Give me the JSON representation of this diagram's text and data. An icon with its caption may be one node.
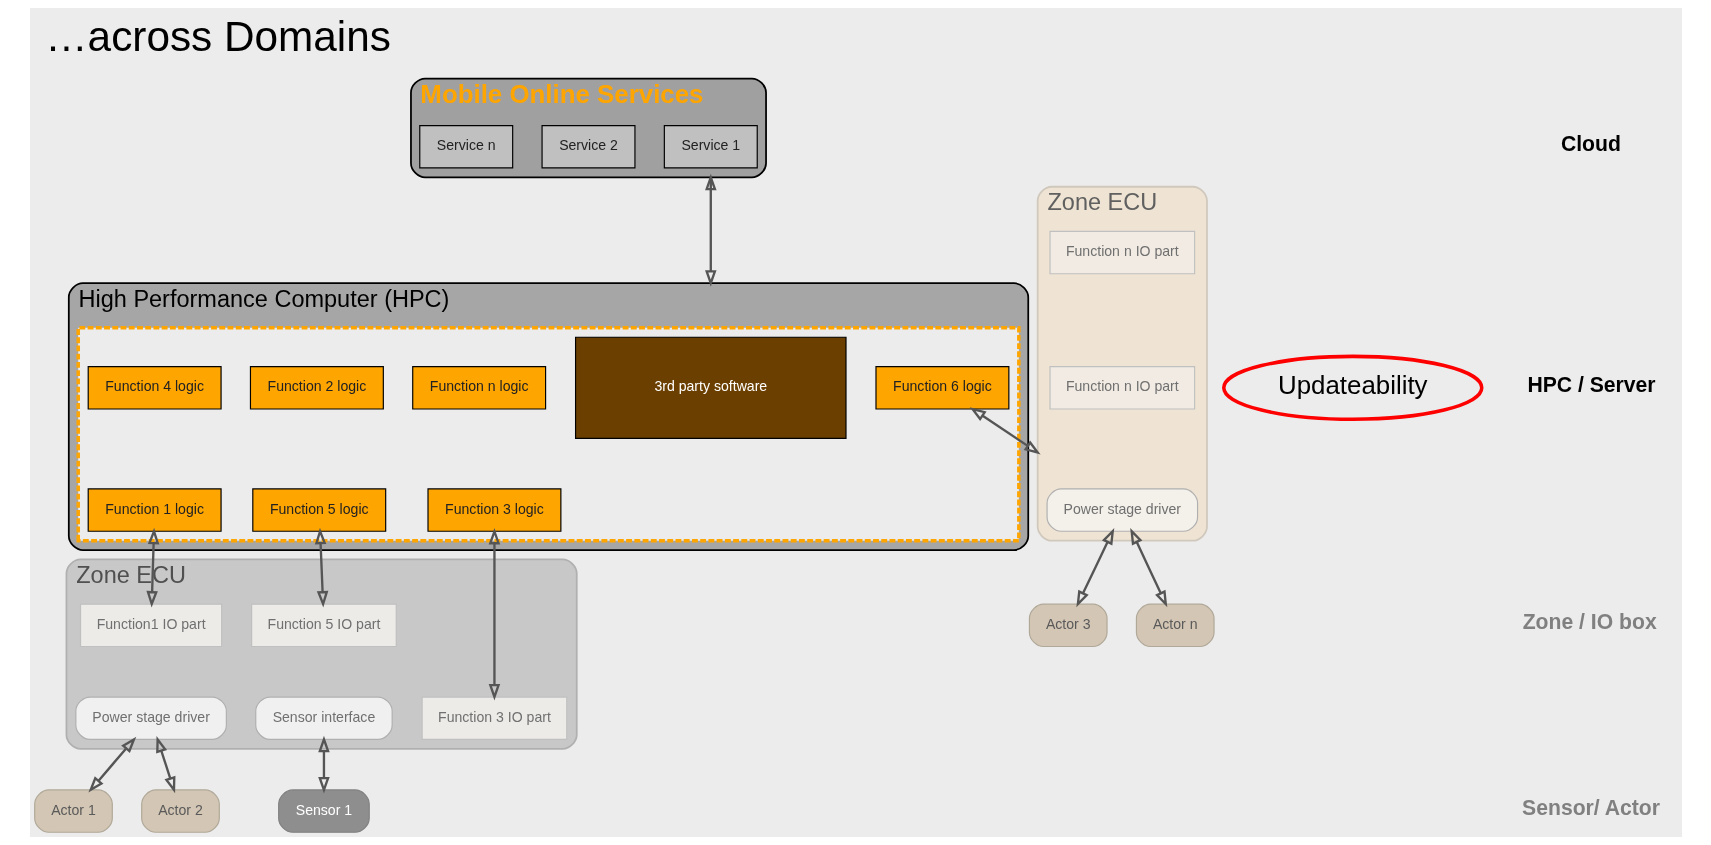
{
  "diagram": {
    "title": "…across Domains",
    "nodes": [
      {
        "text": [
          "Mobile Online Services"
        ]
      },
      {
        "text": [
          "Service 1"
        ],
        "in": 0
      },
      {
        "text": [
          "Service 2"
        ],
        "in": 0
      },
      {
        "text": [
          "Service n"
        ],
        "in": 0
      },
      {
        "text": [
          "High Performance Computer (HPC)"
        ]
      },
      {
        "text": [],
        "shape": "box",
        "in": 4
      },
      {
        "text": [
          "Function 1 logic"
        ],
        "in": 5
      },
      {
        "text": [
          "Function 2 logic"
        ],
        "in": 5
      },
      {
        "text": [
          "Function 4 logic"
        ],
        "in": 5
      },
      {
        "text": [
          "Function 6 logic"
        ],
        "in": 5
      },
      {
        "text": [
          "Function n logic"
        ],
        "in": 5
      },
      {
        "text": [
          "Function 3 logic"
        ],
        "in": 5
      },
      {
        "text": [
          "Function 5 logic"
        ],
        "in": 5
      },
      {
        "text": [
          "3rd party software"
        ],
        "in": 5
      },
      {
        "text": [
          "Zone ECU"
        ]
      },
      {
        "text": [
          "Function1 IO part"
        ],
        "in": 14
      },
      {
        "text": [
          "Function 3 IO part"
        ],
        "in": 14
      },
      {
        "text": [
          "Function 5 IO part"
        ],
        "in": 14
      },
      {
        "text": [
          "Power stage driver"
        ],
        "in": 14
      },
      {
        "text": [
          "Sensor interface"
        ],
        "in": 14
      },
      {
        "text": [
          "Zone ECU"
        ]
      },
      {
        "text": [
          "Function n IO part"
        ],
        "in": 20
      },
      {
        "text": [
          "Function n IO part"
        ],
        "in": 20
      },
      {
        "text": [
          "Power stage driver"
        ],
        "in": 20
      },
      {
        "text": [
          "Actor 1"
        ]
      },
      {
        "text": [
          "Actor 2"
        ]
      },
      {
        "text": [
          "Sensor 1"
        ]
      },
      {
        "text": [
          "Actor 3"
        ]
      },
      {
        "text": [
          "Actor n"
        ]
      },
      {
        "text": [
          "Updateability"
        ]
      }
    ],
    "edges": [
      {
        "from": 4,
        "to": 0,
        "arrow": "both"
      },
      {
        "from": 15,
        "to": 6,
        "arrow": "both"
      },
      {
        "from": 16,
        "to": 11,
        "arrow": "both"
      },
      {
        "from": 17,
        "to": 12,
        "arrow": "both"
      },
      {
        "from": 20,
        "to": 9,
        "arrow": "both"
      },
      {
        "from": 24,
        "to": 18,
        "arrow": "both"
      },
      {
        "from": 25,
        "to": 18,
        "arrow": "both"
      },
      {
        "from": 26,
        "to": 19,
        "arrow": "both"
      },
      {
        "from": 27,
        "to": 23,
        "arrow": "both"
      },
      {
        "from": 28,
        "to": 23,
        "arrow": "both"
      }
    ],
    "labels": [
      "Cloud",
      "HPC / Server",
      "Zone / IO box",
      "Sensor/ Actor"
    ]
  }
}
